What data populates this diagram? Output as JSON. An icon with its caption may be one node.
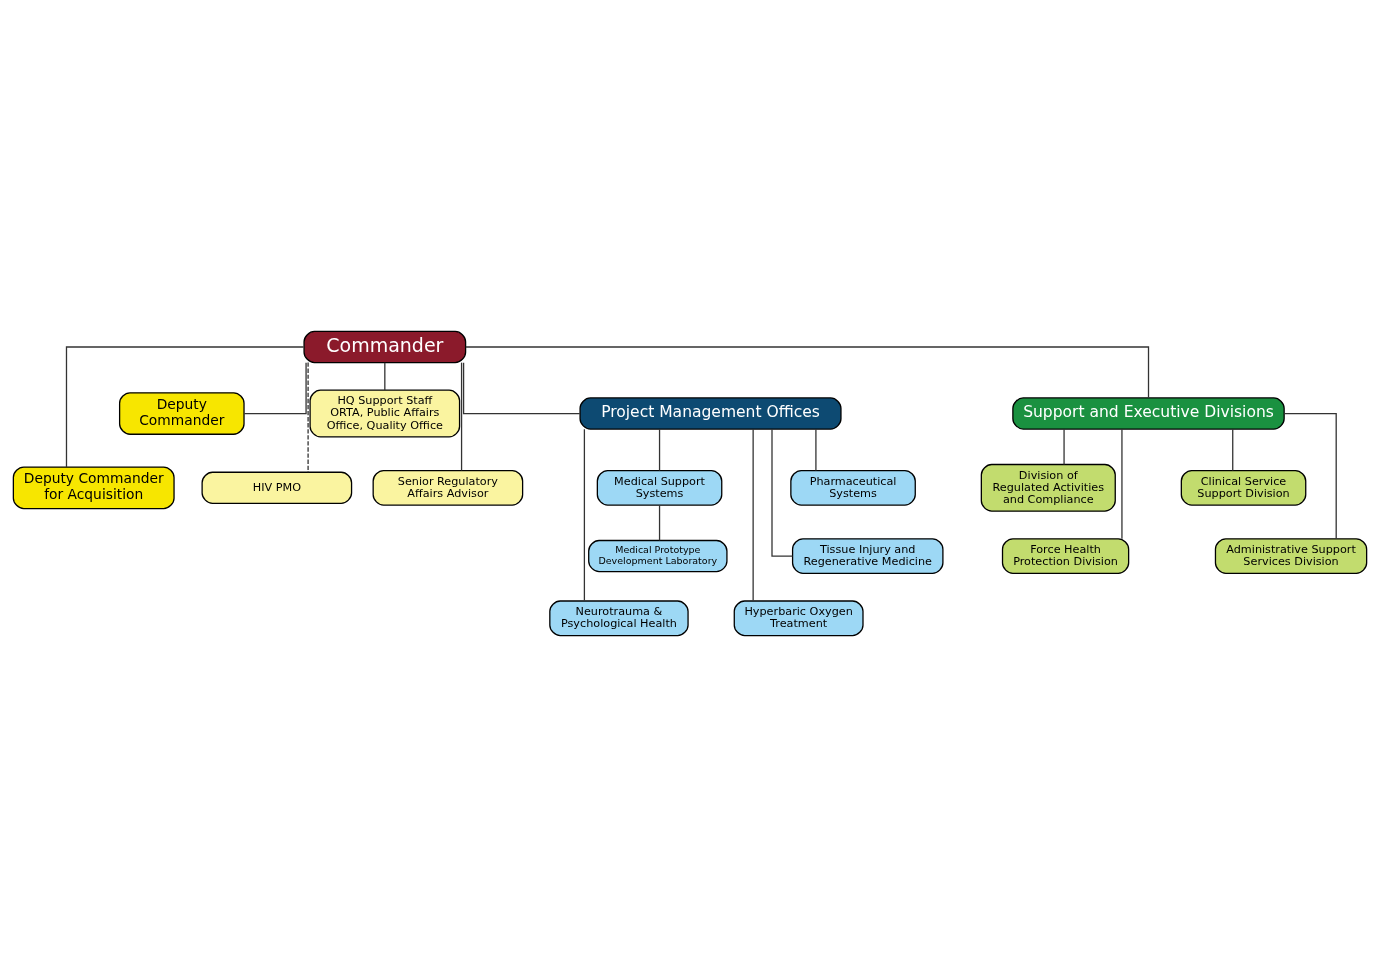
{
  "diagram": {
    "nodes": [
      {
        "text": [
          "Commander"
        ]
      },
      {
        "text": [
          "Deputy Commander"
        ]
      },
      {
        "text": [
          "HQ Support Staff",
          "ORTA, Public Affairs Office, Quality Office"
        ]
      },
      {
        "text": [
          "Deputy Commander for Acquisition"
        ]
      },
      {
        "text": [
          "HIV PMO"
        ]
      },
      {
        "text": [
          "Senior Regulatory Affairs Advisor"
        ]
      },
      {
        "text": [
          "Project Management Offices"
        ]
      },
      {
        "text": [
          "Support and Executive Divisions"
        ]
      },
      {
        "text": [
          "Pharmaceutical Systems"
        ]
      },
      {
        "text": [
          "Medical Support Systems"
        ]
      },
      {
        "text": [
          "Tissue Injury and Regenerative Medicine"
        ]
      },
      {
        "text": [
          "Medical Prototype Development Laboratory"
        ]
      },
      {
        "text": [
          "Hyperbaric Oxygen Treatment"
        ]
      },
      {
        "text": [
          "Neurotrauma & Psychological Health"
        ]
      },
      {
        "text": [
          "Division of Regulated Activities and Compliance"
        ]
      },
      {
        "text": [
          "Clinical Service Support Division"
        ]
      },
      {
        "text": [
          "Force Health Protection Division"
        ]
      },
      {
        "text": [
          "Administrative Support Services Division"
        ]
      }
    ],
    "edges": [
      {
        "from": 0,
        "to": 1,
        "arrow": "none"
      },
      {
        "from": 0,
        "to": 2,
        "arrow": "none"
      },
      {
        "from": 0,
        "to": 3,
        "arrow": "none"
      },
      {
        "from": 0,
        "to": 4,
        "arrow": "none",
        "style": "dashed"
      },
      {
        "from": 0,
        "to": 5,
        "arrow": "none"
      },
      {
        "from": 0,
        "to": 6,
        "arrow": "none"
      },
      {
        "from": 0,
        "to": 7,
        "arrow": "none"
      },
      {
        "from": 6,
        "to": 8,
        "arrow": "none"
      },
      {
        "from": 6,
        "to": 9,
        "arrow": "none"
      },
      {
        "from": 9,
        "to": 11,
        "arrow": "none"
      },
      {
        "from": 6,
        "to": 10,
        "arrow": "none"
      },
      {
        "from": 6,
        "to": 12,
        "arrow": "none"
      },
      {
        "from": 6,
        "to": 13,
        "arrow": "none"
      },
      {
        "from": 7,
        "to": 14,
        "arrow": "none"
      },
      {
        "from": 7,
        "to": 15,
        "arrow": "none"
      },
      {
        "from": 7,
        "to": 16,
        "arrow": "none"
      },
      {
        "from": 7,
        "to": 17,
        "arrow": "none"
      }
    ]
  }
}
